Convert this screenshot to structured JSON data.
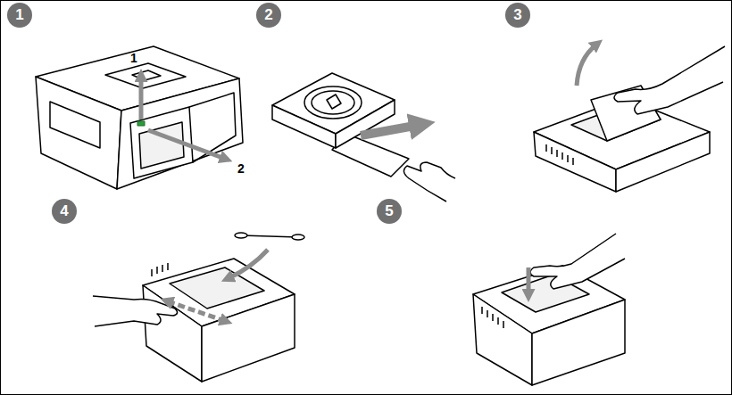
{
  "diagram": {
    "nodes": [
      {
        "text": [
          "1"
        ]
      },
      {
        "text": [
          "2"
        ]
      },
      {
        "text": [
          "3"
        ]
      },
      {
        "text": [
          "4"
        ]
      },
      {
        "text": [
          "5"
        ]
      }
    ],
    "labels": [
      "1",
      "2"
    ]
  }
}
